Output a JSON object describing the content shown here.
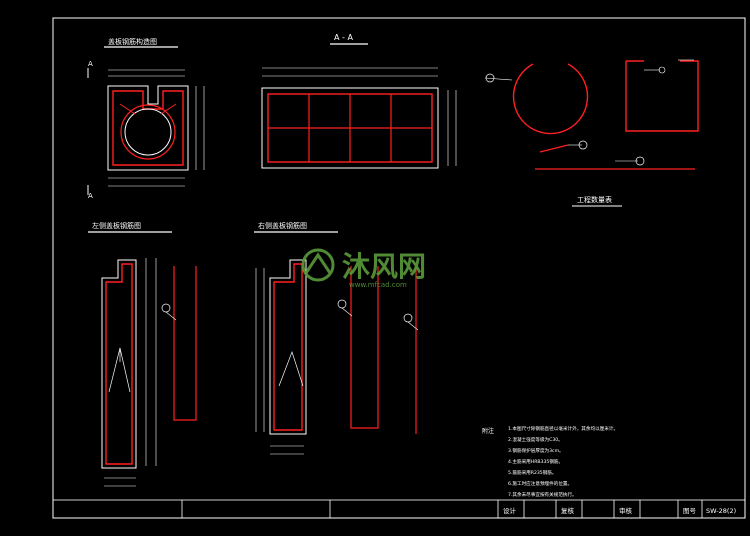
{
  "drawing": {
    "section_title": "A - A",
    "section_marker": "A",
    "table_title": "工程数量表",
    "labels": {
      "top_left": "盖板钢筋构造图",
      "bottom_left": "左侧盖板钢筋图",
      "bottom_mid": "右侧盖板钢筋图"
    },
    "notes_head": "附注",
    "notes": [
      "1.本图尺寸除钢筋直径以毫米计外，其余均以厘米计。",
      "2.混凝土强度等级为C30。",
      "3.钢筋保护层厚度为3cm。",
      "4.主筋采用HRB335钢筋。",
      "5.箍筋采用R235钢筋。",
      "6.施工时应注意预埋件的位置。",
      "7.其余未尽事宜按有关规范执行。"
    ]
  },
  "title_block": {
    "design_label": "设计",
    "review_label": "复核",
    "approve_label": "审核",
    "drawing_no_label": "图号",
    "drawing_no": "SW-28(2)"
  },
  "watermark": {
    "brand": "沐风网",
    "url": "www.mfcad.com"
  },
  "colors": {
    "background": "#000000",
    "lines": "#ffffff",
    "rebar": "#ff2020",
    "watermark": "#5a9a3a"
  }
}
